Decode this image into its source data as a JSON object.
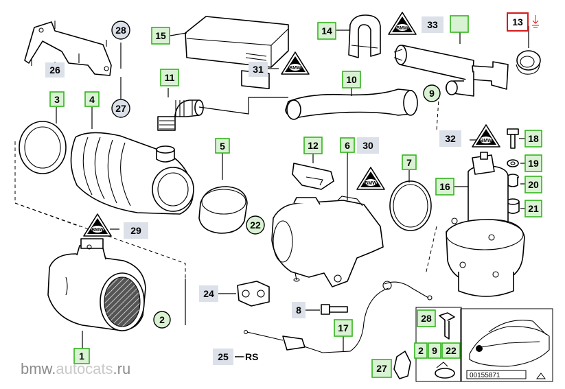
{
  "diagram": {
    "labels": {
      "l1": "1",
      "l2a": "2",
      "l2b": "2",
      "l3": "3",
      "l4": "4",
      "l5": "5",
      "l6": "6",
      "l7": "7",
      "l8": "8",
      "l9a": "9",
      "l9b": "9",
      "l10": "10",
      "l11": "11",
      "l12": "12",
      "l13": "13",
      "l14": "14",
      "l15": "15",
      "l16": "16",
      "l17": "17",
      "l18": "18",
      "l19": "19",
      "l20": "20",
      "l21": "21",
      "l22a": "22",
      "l22b": "22",
      "l24": "24",
      "l25": "25",
      "l26": "26",
      "l27a": "27",
      "l27b": "27",
      "l28a": "28",
      "l28b": "28",
      "l29": "29",
      "l30": "30",
      "l31": "31",
      "l32": "32",
      "l33": "33"
    },
    "rs_suffix": "RS",
    "ref_code": "00155871"
  },
  "watermark": {
    "prefix": "bmw.",
    "accent": "autocats",
    "suffix": ".ru"
  },
  "colors": {
    "label_green": "#31b51b",
    "label_gray": "#dce0e8",
    "label_red": "#d51a1a"
  }
}
